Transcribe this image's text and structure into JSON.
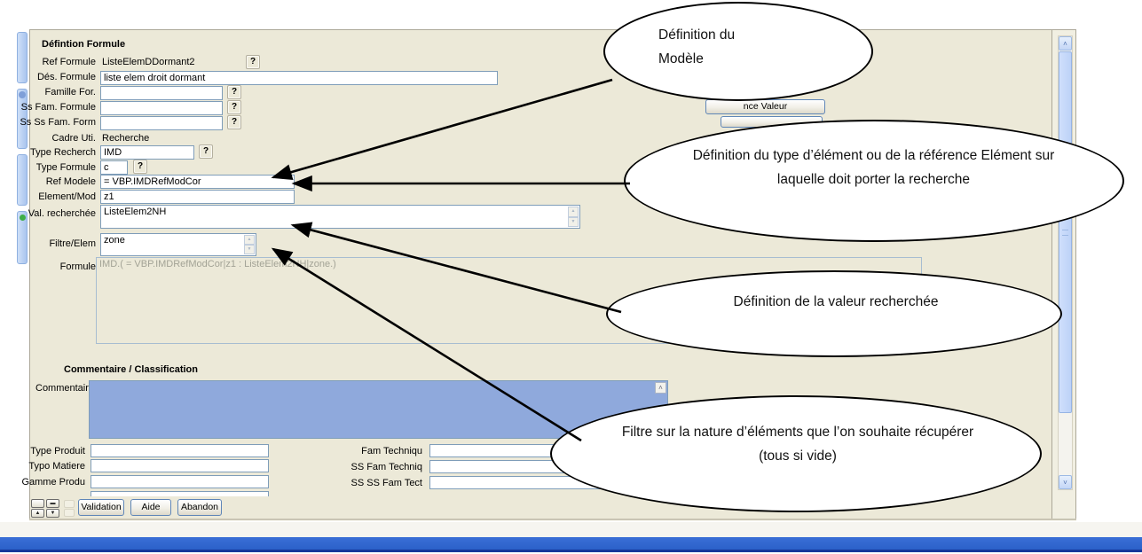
{
  "form": {
    "title": "Défintion Formule",
    "help_glyph": "?",
    "rows": [
      {
        "label": "Ref Formule",
        "value": "ListeElemDDormant2"
      },
      {
        "label": "Dés. Formule",
        "value": "liste elem droit dormant"
      },
      {
        "label": "Famille For.",
        "value": ""
      },
      {
        "label": "Ss Fam. Formule",
        "value": ""
      },
      {
        "label": "Ss Ss Fam. Form",
        "value": ""
      },
      {
        "label": "Cadre Uti.",
        "value": "Recherche"
      },
      {
        "label": "Type Recherch",
        "value": "IMD"
      },
      {
        "label": "Type Formule",
        "value": "c"
      },
      {
        "label": "Ref Modele",
        "value": "= VBP.IMDRefModCor"
      },
      {
        "label": "Element/Mod",
        "value": "z1"
      },
      {
        "label": "Val. recherchée",
        "value": "ListeElem2NH"
      },
      {
        "label": "Filtre/Elem",
        "value": "zone"
      },
      {
        "label": "Formule",
        "value": "IMD.( = VBP.IMDRefModCor|z1 : ListeElem2NH|zone.)"
      }
    ],
    "partial_button_label": "nce Valeur"
  },
  "classification": {
    "title": "Commentaire / Classification",
    "comment_label": "Commentaire",
    "left_fields": [
      {
        "label": "Type Produit",
        "value": ""
      },
      {
        "label": "Typo Matiere",
        "value": ""
      },
      {
        "label": "Gamme Produ",
        "value": ""
      }
    ],
    "right_fields": [
      {
        "label": "Fam Techniqu",
        "value": ""
      },
      {
        "label": "SS Fam Techniq",
        "value": ""
      },
      {
        "label": "SS SS Fam Tect",
        "value": ""
      }
    ]
  },
  "actions": {
    "validation": "Validation",
    "aide": "Aide",
    "abandon": "Abandon",
    "nav_blank": "",
    "nav_bar": "▬",
    "nav_up": "▲",
    "nav_down": "▼"
  },
  "callouts": [
    {
      "line1": "Définition du",
      "line2": "Modèle"
    },
    {
      "text": "Définition du type d’élément ou de la référence Elément sur laquelle doit porter la recherche"
    },
    {
      "text": "Définition de la valeur recherchée"
    },
    {
      "text": "Filtre sur la nature d’éléments que l’on souhaite récupérer (tous si vide)"
    }
  ],
  "scrollbar": {
    "up_icon": "˄",
    "down_icon": "˅"
  },
  "comment_scroll_icon": "˄",
  "colors": {
    "panel_bg": "#ece9d8",
    "comment_bg": "#8fa9dc",
    "input_border": "#7f9db9",
    "bottom_bar": "#2b61c9"
  }
}
